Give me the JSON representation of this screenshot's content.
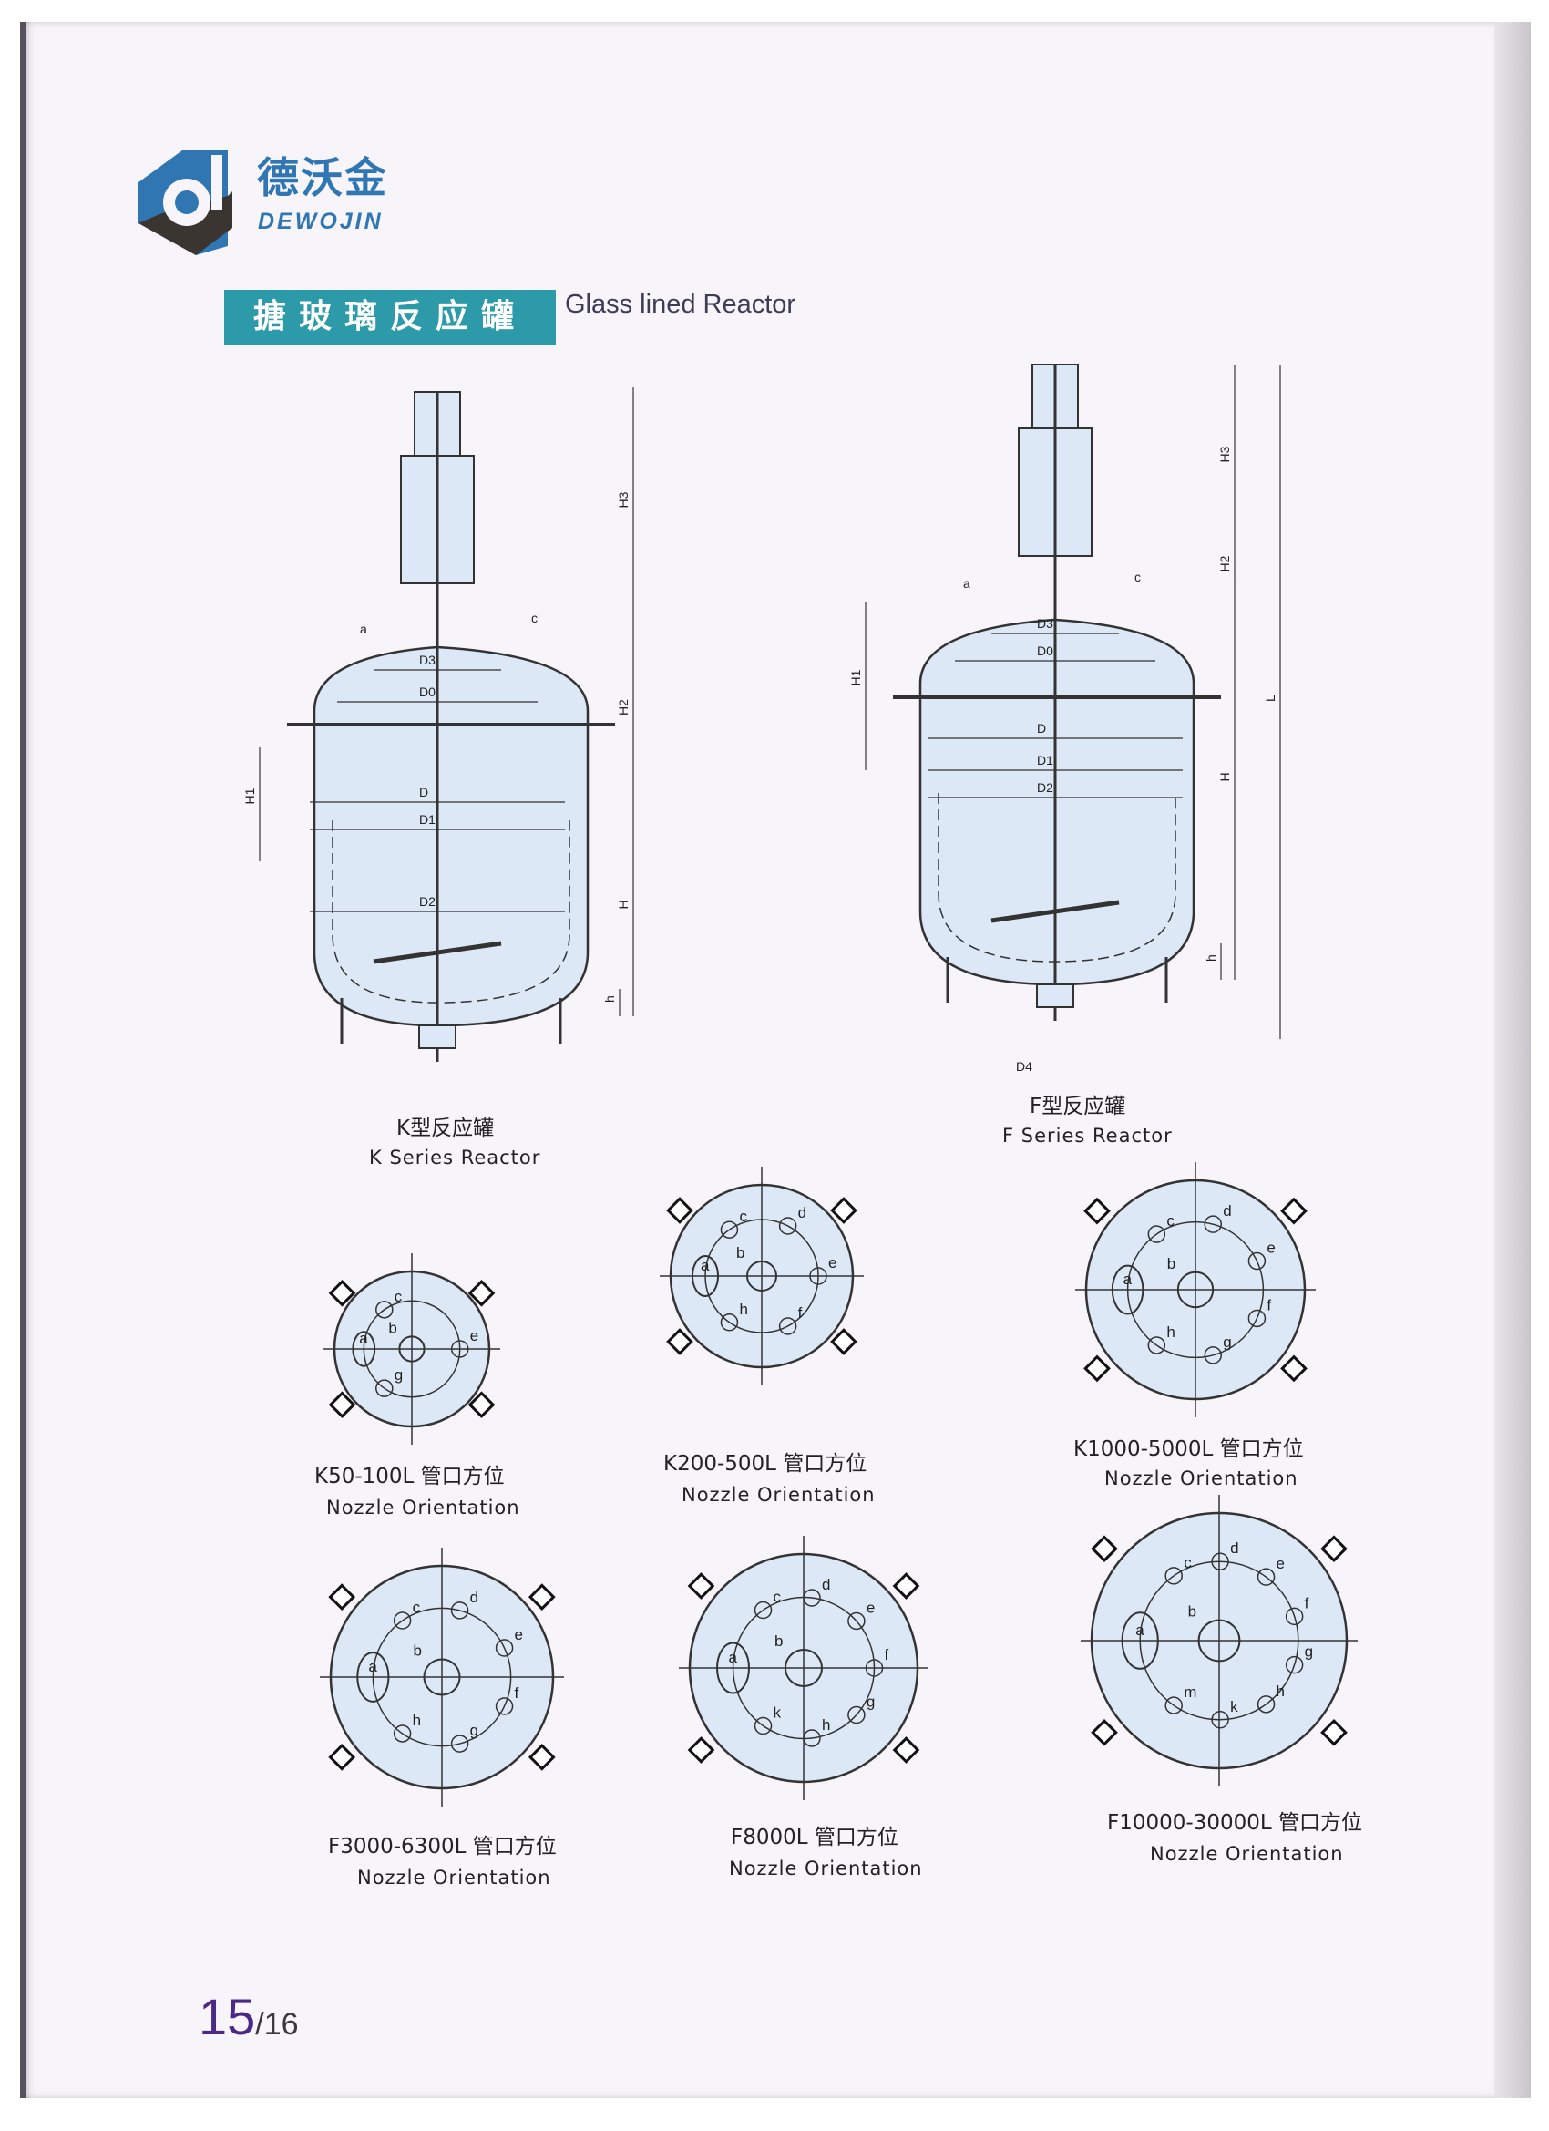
{
  "brand": {
    "name_cn": "德沃金",
    "name_en": "DEWOJIN",
    "colors": {
      "logo_blue": "#2f76b3",
      "logo_dark": "#3a3530",
      "banner": "#2c9aa8",
      "vessel_fill": "#dde8f6",
      "page_number": "#4a2a86"
    }
  },
  "section": {
    "title_cn": "搪玻璃反应罐",
    "title_en": "Glass lined Reactor"
  },
  "reactors": [
    {
      "caption_cn": "K型反应罐",
      "caption_en": "K Series Reactor",
      "dims": [
        "H3",
        "H2",
        "H1",
        "H",
        "h",
        "D3",
        "D0",
        "D",
        "D1",
        "D2",
        "a",
        "c"
      ]
    },
    {
      "caption_cn": "F型反应罐",
      "caption_en": "F Series Reactor",
      "dims": [
        "H3",
        "H2",
        "H1",
        "H",
        "h",
        "L",
        "D3",
        "D0",
        "D",
        "D1",
        "D2",
        "D4",
        "a",
        "c"
      ]
    }
  ],
  "nozzle_orientations": [
    {
      "caption_cn": "K50-100L 管口方位",
      "caption_en": "Nozzle Orientation",
      "letters": [
        "a",
        "b",
        "c",
        "e",
        "g"
      ]
    },
    {
      "caption_cn": "K200-500L 管口方位",
      "caption_en": "Nozzle Orientation",
      "letters": [
        "a",
        "b",
        "c",
        "d",
        "e",
        "f",
        "h"
      ]
    },
    {
      "caption_cn": "K1000-5000L 管口方位",
      "caption_en": "Nozzle Orientation",
      "letters": [
        "a",
        "b",
        "c",
        "d",
        "e",
        "f",
        "g",
        "h"
      ]
    },
    {
      "caption_cn": "F3000-6300L 管口方位",
      "caption_en": "Nozzle Orientation",
      "letters": [
        "a",
        "b",
        "c",
        "d",
        "e",
        "f",
        "g",
        "h"
      ]
    },
    {
      "caption_cn": "F8000L 管口方位",
      "caption_en": "Nozzle Orientation",
      "letters": [
        "a",
        "b",
        "c",
        "d",
        "e",
        "f",
        "g",
        "h",
        "k"
      ]
    },
    {
      "caption_cn": "F10000-30000L 管口方位",
      "caption_en": "Nozzle Orientation",
      "letters": [
        "a",
        "b",
        "c",
        "d",
        "e",
        "f",
        "g",
        "h",
        "k",
        "m"
      ]
    }
  ],
  "page": {
    "current": "15",
    "total": "/16"
  }
}
